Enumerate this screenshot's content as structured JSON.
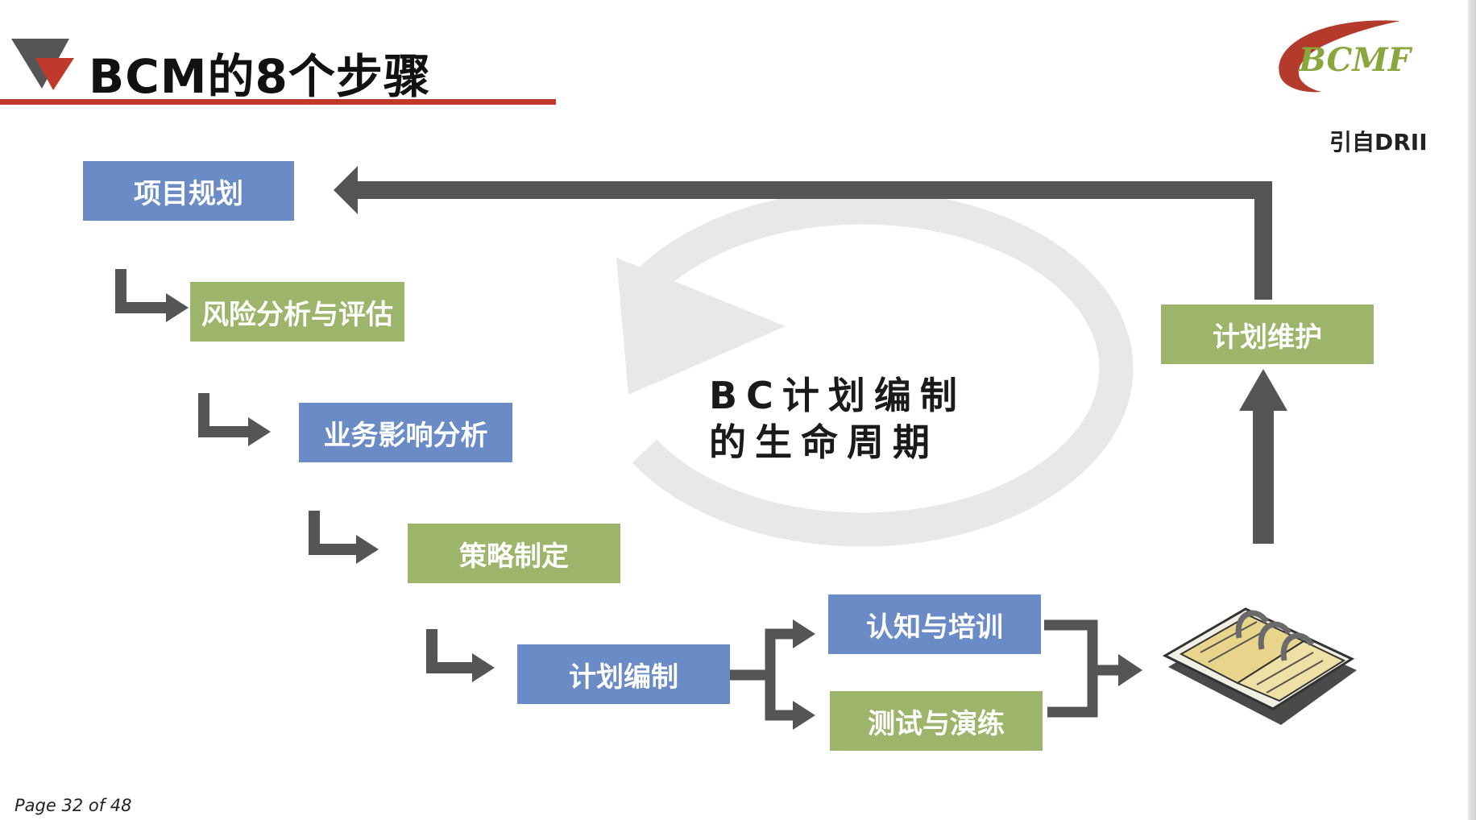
{
  "header": {
    "title": "BCM的8个步骤",
    "logo_text": "BCMF",
    "source": "引自DRII"
  },
  "diagram": {
    "steps": [
      {
        "label": "项目规划"
      },
      {
        "label": "风险分析与评估"
      },
      {
        "label": "业务影响分析"
      },
      {
        "label": "策略制定"
      },
      {
        "label": "计划编制"
      },
      {
        "label": "认知与培训"
      },
      {
        "label": "测试与演练"
      },
      {
        "label": "计划维护"
      }
    ],
    "cycle_label_line1": "BC计划编制",
    "cycle_label_line2": "的生命周期"
  },
  "footer": {
    "page": "Page 32  of  48"
  },
  "colors": {
    "blue_box": "#6a8bc6",
    "green_box": "#9cb56a",
    "arrow": "#555555",
    "title_rule": "#c0392b"
  }
}
